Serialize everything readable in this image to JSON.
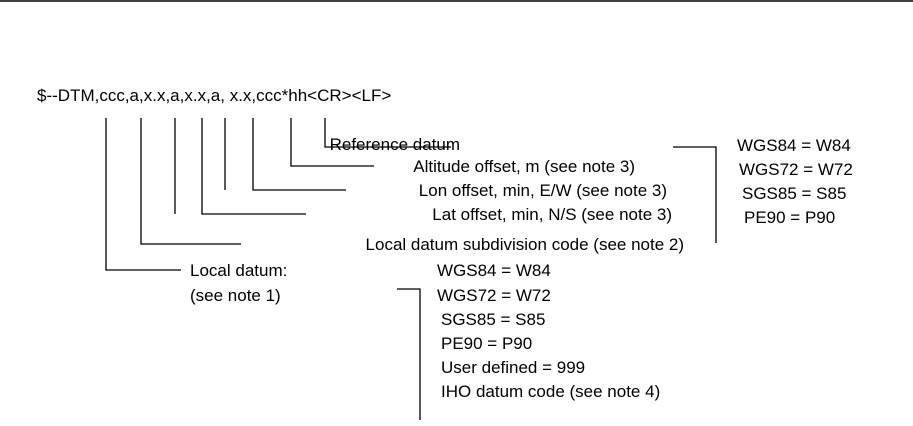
{
  "sentence": "$--DTM,ccc,a,x.x,a,x.x,a, x.x,ccc*hh<CR><LF>",
  "fields": {
    "reference_datum": "Reference datum",
    "altitude_offset": "Altitude offset, m (see note 3)",
    "lon_offset": "Lon offset, min, E/W (see note 3)",
    "lat_offset": "Lat offset, min, N/S (see note 3)",
    "subdivision": "Local datum subdivision code (see note 2)",
    "local_datum": "Local datum:",
    "local_datum_note": "(see note 1)"
  },
  "reference_codes": [
    "WGS84 = W84",
    "WGS72 = W72",
    "SGS85  = S85",
    "PE90  =  P90"
  ],
  "local_codes": [
    "WGS84 = W84",
    "WGS72 = W72",
    "SGS85 = S85",
    "PE90  = P90",
    "User defined = 999",
    "IHO datum code (see note 4)"
  ]
}
